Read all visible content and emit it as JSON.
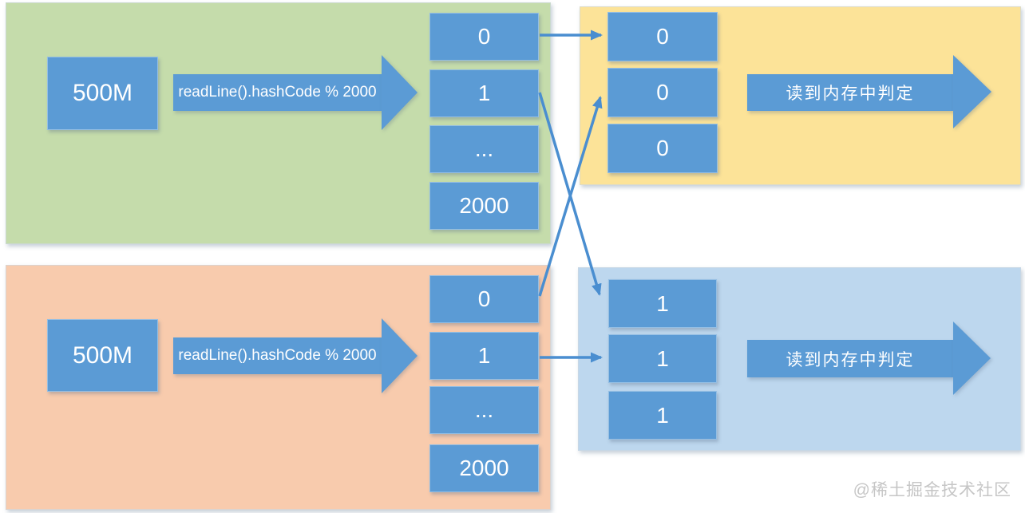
{
  "colors": {
    "box_blue": "#5b9bd5",
    "connector_blue": "#4a8ed0",
    "panel_green": "#c5dcab",
    "panel_yellow": "#fce398",
    "panel_orange": "#f8cbad",
    "panel_light_blue": "#bdd7ee",
    "text_white": "#ffffff",
    "watermark_gray": "#c6c6c6"
  },
  "top_flow": {
    "source_label": "500M",
    "hash_label": "readLine().hashCode % 2000",
    "buckets": [
      "0",
      "1",
      "...",
      "2000"
    ],
    "memory_items": [
      "0",
      "0",
      "0"
    ],
    "action_label": "读到内存中判定"
  },
  "bottom_flow": {
    "source_label": "500M",
    "hash_label": "readLine().hashCode % 2000",
    "buckets": [
      "0",
      "1",
      "...",
      "2000"
    ],
    "memory_items": [
      "1",
      "1",
      "1"
    ],
    "action_label": "读到内存中判定"
  },
  "connections": [
    {
      "from": "top-source bucket 0",
      "to": "top-memory item 0"
    },
    {
      "from": "top-source bucket 1",
      "to": "bottom-memory item 0"
    },
    {
      "from": "bottom-source bucket 0",
      "to": "top-memory item 1"
    },
    {
      "from": "bottom-source bucket 1",
      "to": "bottom-memory item 1"
    }
  ],
  "watermark": "@稀土掘金技术社区"
}
